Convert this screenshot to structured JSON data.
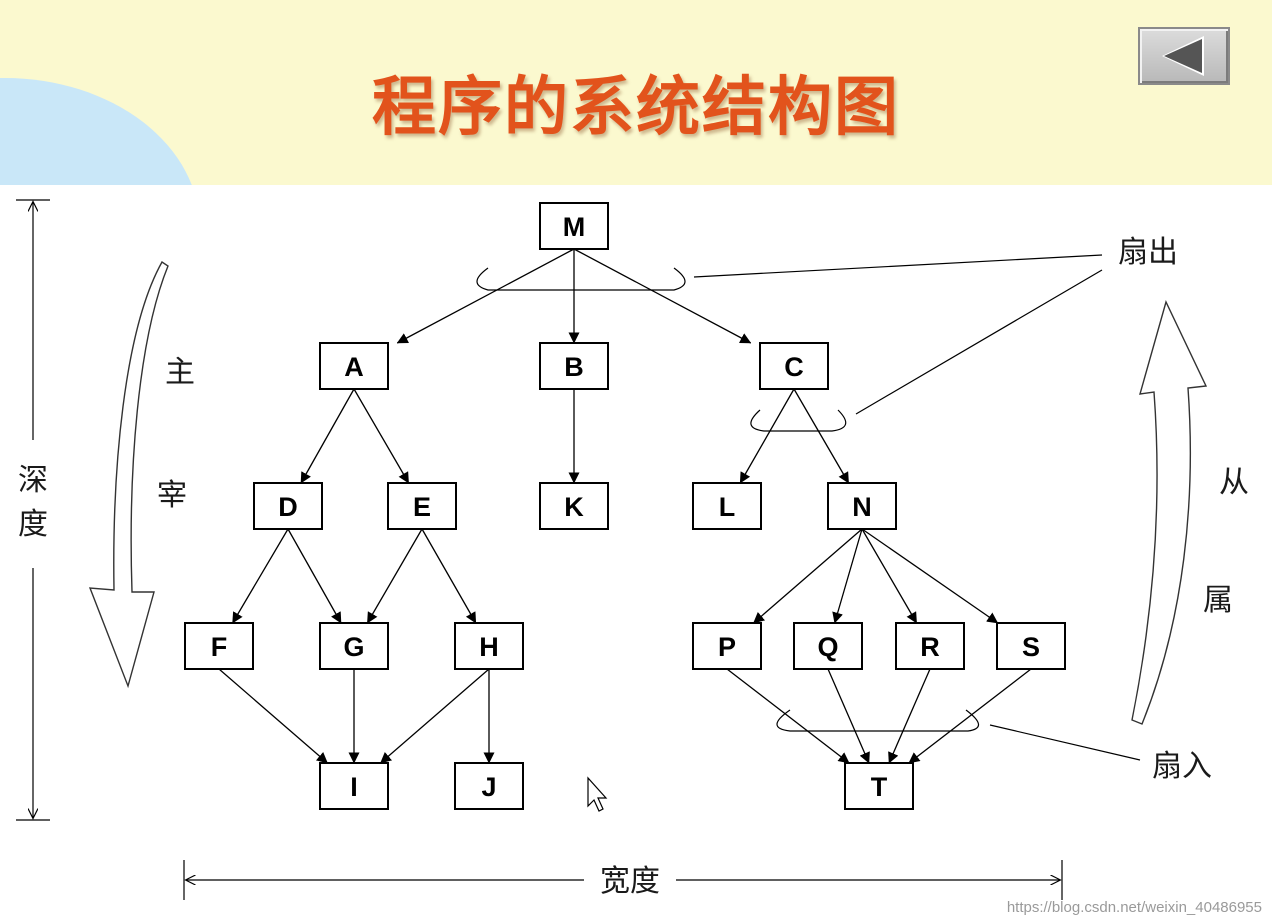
{
  "title": "程序的系统结构图",
  "nodes": [
    {
      "id": "M",
      "label": "M"
    },
    {
      "id": "A",
      "label": "A"
    },
    {
      "id": "B",
      "label": "B"
    },
    {
      "id": "C",
      "label": "C"
    },
    {
      "id": "D",
      "label": "D"
    },
    {
      "id": "E",
      "label": "E"
    },
    {
      "id": "K",
      "label": "K"
    },
    {
      "id": "L",
      "label": "L"
    },
    {
      "id": "N",
      "label": "N"
    },
    {
      "id": "F",
      "label": "F"
    },
    {
      "id": "G",
      "label": "G"
    },
    {
      "id": "H",
      "label": "H"
    },
    {
      "id": "P",
      "label": "P"
    },
    {
      "id": "Q",
      "label": "Q"
    },
    {
      "id": "R",
      "label": "R"
    },
    {
      "id": "S",
      "label": "S"
    },
    {
      "id": "I",
      "label": "I"
    },
    {
      "id": "J",
      "label": "J"
    },
    {
      "id": "T",
      "label": "T"
    }
  ],
  "edges": [
    [
      "M",
      "A"
    ],
    [
      "M",
      "B"
    ],
    [
      "M",
      "C"
    ],
    [
      "A",
      "D"
    ],
    [
      "A",
      "E"
    ],
    [
      "B",
      "K"
    ],
    [
      "C",
      "L"
    ],
    [
      "C",
      "N"
    ],
    [
      "D",
      "F"
    ],
    [
      "D",
      "G"
    ],
    [
      "E",
      "G"
    ],
    [
      "E",
      "H"
    ],
    [
      "N",
      "P"
    ],
    [
      "N",
      "Q"
    ],
    [
      "N",
      "R"
    ],
    [
      "N",
      "S"
    ],
    [
      "F",
      "I"
    ],
    [
      "G",
      "I"
    ],
    [
      "H",
      "I"
    ],
    [
      "H",
      "J"
    ],
    [
      "P",
      "T"
    ],
    [
      "Q",
      "T"
    ],
    [
      "R",
      "T"
    ],
    [
      "S",
      "T"
    ]
  ],
  "labels": {
    "fan_out": "扇出",
    "fan_in": "扇入",
    "depth_1": "深",
    "depth_2": "度",
    "width": "宽度",
    "dominate_1": "主",
    "dominate_2": "宰",
    "subordinate_1": "从",
    "subordinate_2": "属"
  },
  "watermark": "https://blog.csdn.net/weixin_40486955",
  "colors": {
    "title": "#e2531c",
    "header_bg": "#fbf9cf",
    "header_arc": "#c9e7f8"
  },
  "icons": {
    "back_button": "left-triangle-icon",
    "cursor": "mouse-pointer-icon"
  }
}
